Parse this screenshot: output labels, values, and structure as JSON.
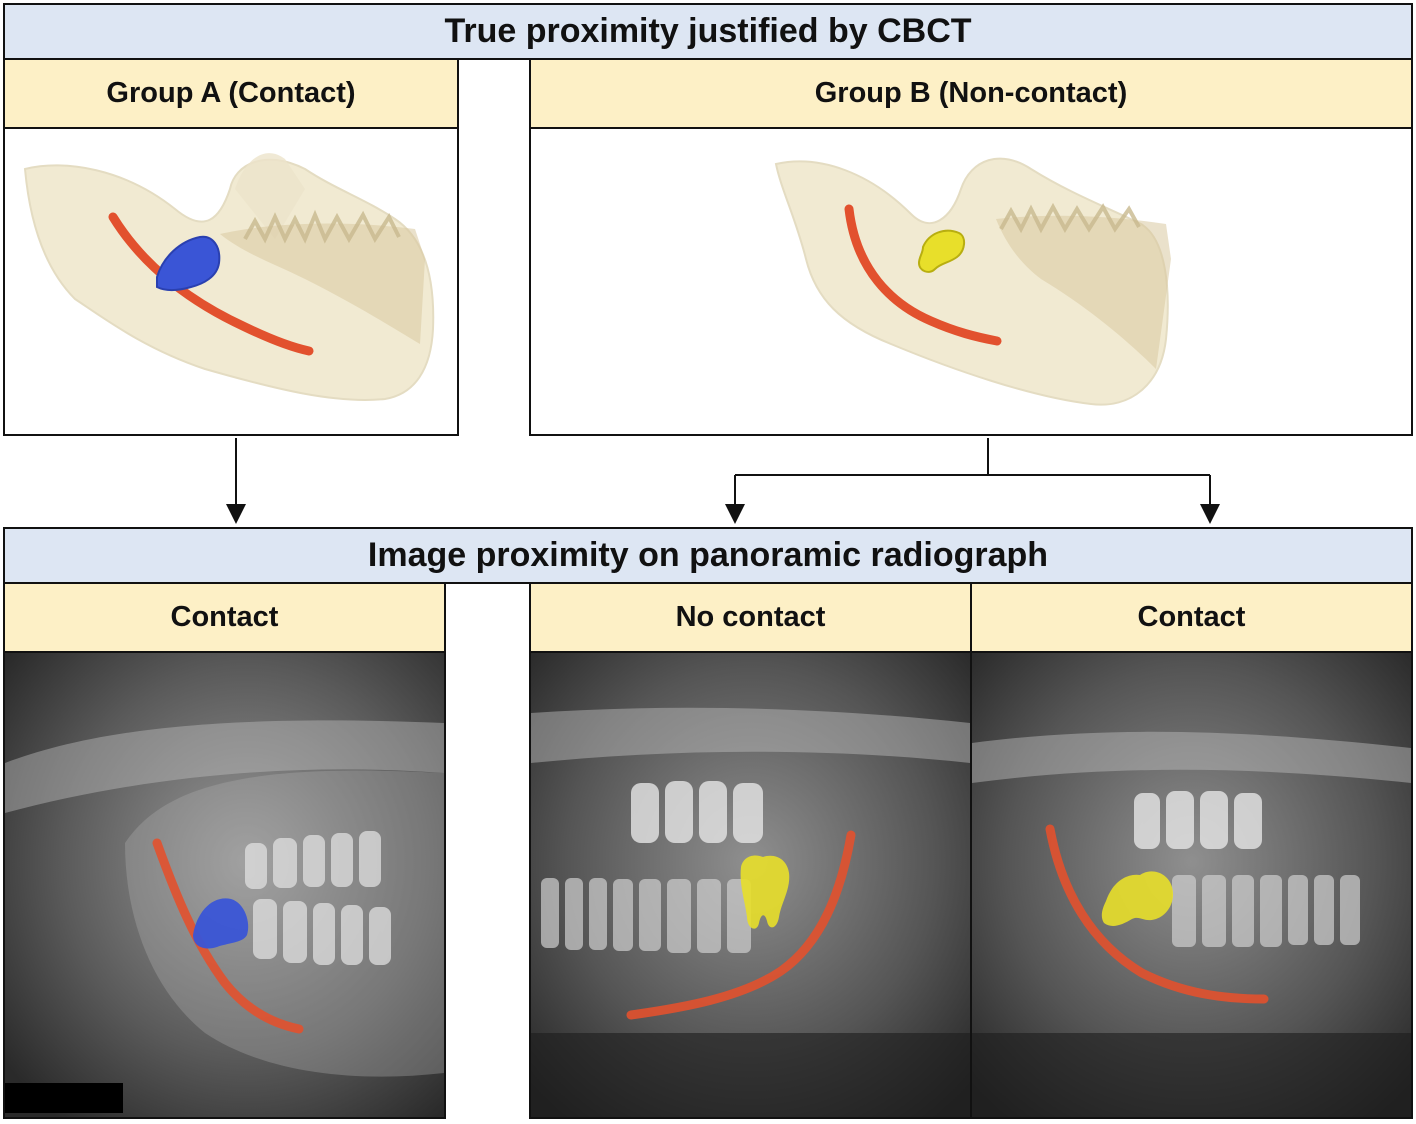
{
  "top_header": {
    "title": "True proximity justified by CBCT"
  },
  "group_a": {
    "label": "Group A (Contact)"
  },
  "group_b": {
    "label": "Group B (Non-contact)"
  },
  "bottom_header": {
    "title": "Image proximity on panoramic radiograph"
  },
  "panoramic": {
    "left_label": "Contact",
    "middle_label": "No contact",
    "right_label": "Contact"
  },
  "colors": {
    "header_blue": "#dde6f3",
    "header_tan": "#fdf0c6",
    "nerve_canal": "#e2512e",
    "tooth_contact": "#3a55d6",
    "tooth_noncontact": "#e8df2a",
    "bone": "#f1ead2"
  }
}
